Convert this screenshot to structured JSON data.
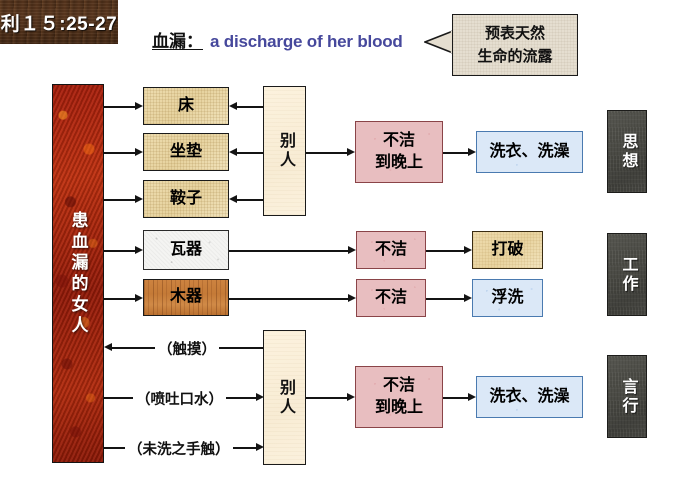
{
  "slide": {
    "banner": {
      "label": "利１５:25-27"
    },
    "heading": {
      "cn": "血漏：",
      "en": "a discharge of her blood"
    },
    "callout": {
      "line1": "预表天然",
      "line2": "生命的流露"
    },
    "source_column": {
      "label": "患血漏的女人"
    },
    "items": {
      "bed": "床",
      "cushion": "坐垫",
      "saddle": "鞍子",
      "pottery": "瓦器",
      "wooden": "木器"
    },
    "others_top": {
      "label": "别人"
    },
    "others_bottom": {
      "label": "别人"
    },
    "unclean_top": {
      "line1": "不洁",
      "line2": "到晚上"
    },
    "unclean_bottom": {
      "line1": "不洁",
      "line2": "到晚上"
    },
    "unclean_pottery": {
      "label": "不洁"
    },
    "unclean_wooden": {
      "label": "不洁"
    },
    "wash_top": {
      "label": "洗衣、洗澡"
    },
    "wash_bottom": {
      "label": "洗衣、洗澡"
    },
    "break_it": {
      "label": "打破"
    },
    "rinse_it": {
      "label": "浮洗"
    },
    "categories": {
      "thought": "思想",
      "work": "工作",
      "speech": "言行"
    },
    "contact_labels": {
      "touch": "（触摸）",
      "spit": "（喷吐口水）",
      "unwashed_hand": "（未洗之手触）"
    },
    "colors": {
      "banner_wood": "#4a2d18",
      "heading_en": "#46489c",
      "red_column": "#b22a0d",
      "linen_tan": "#e6d29e",
      "cream": "#f8ecd4",
      "pink": "#e8bec0",
      "light_blue": "#dbe8f7",
      "wood_brown": "#c47a37",
      "stone_white": "#f4f4f2",
      "dark_gray": "#4a4a44",
      "callout_bg": "#e5ded0",
      "line": "#141414"
    }
  }
}
